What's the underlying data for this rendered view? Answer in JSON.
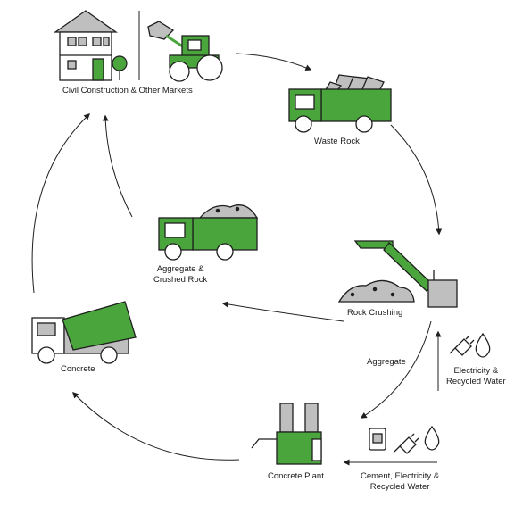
{
  "colors": {
    "accent": "#4aa63c",
    "stroke": "#1f1f1f",
    "gray": "#bfbfbf",
    "dark_gray": "#8a8a8a"
  },
  "nodes": {
    "civil": {
      "label": "Civil Construction & Other Markets",
      "icons": [
        "house-icon",
        "tree-icon",
        "front-loader-icon"
      ]
    },
    "waste_rock": {
      "label": "Waste Rock",
      "icons": [
        "dump-truck-icon"
      ]
    },
    "rock_crushing": {
      "label": "Rock Crushing",
      "icons": [
        "conveyor-crusher-icon"
      ]
    },
    "concrete_plant": {
      "label": "Concrete Plant",
      "icons": [
        "concrete-plant-icon"
      ]
    },
    "concrete": {
      "label": "Concrete",
      "icons": [
        "cement-mixer-truck-icon"
      ]
    },
    "aggregate_rock": {
      "label_line1": "Aggregate &",
      "label_line2": "Crushed Rock",
      "icons": [
        "aggregate-truck-icon"
      ]
    }
  },
  "inputs": {
    "electricity_water": {
      "line1": "Electricity &",
      "line2": "Recycled Water",
      "icons": [
        "plug-icon",
        "water-drop-icon"
      ]
    },
    "cement_electricity_water": {
      "line1": "Cement, Electricity &",
      "line2": "Recycled Water",
      "icons": [
        "cement-bag-icon",
        "plug-icon",
        "water-drop-icon"
      ]
    }
  },
  "edges": {
    "aggregate_label": "Aggregate"
  }
}
